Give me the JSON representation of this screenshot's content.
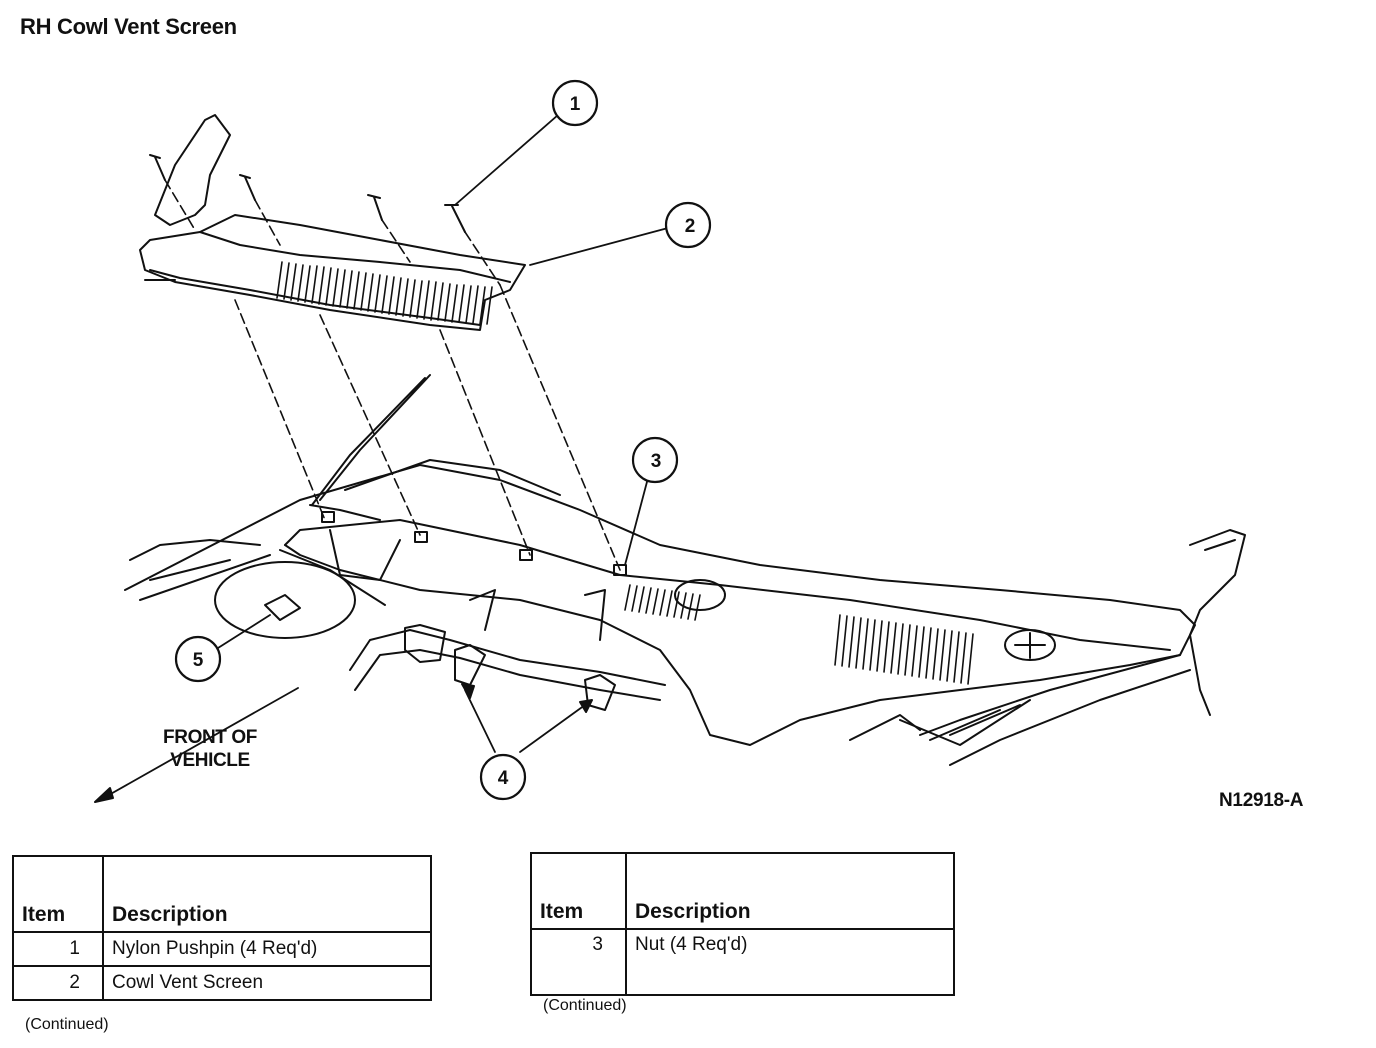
{
  "title": "RH Cowl Vent Screen",
  "figure_code": "N12918-A",
  "front_label_line1": "FRONT OF",
  "front_label_line2": "VEHICLE",
  "callouts": [
    "1",
    "2",
    "3",
    "4",
    "5"
  ],
  "table_left": {
    "header_item": "Item",
    "header_description": "Description",
    "rows": [
      {
        "item": "1",
        "description": "Nylon Pushpin  (4 Req'd)"
      },
      {
        "item": "2",
        "description": "Cowl Vent Screen"
      }
    ],
    "footer": "(Continued)"
  },
  "table_right": {
    "header_item": "Item",
    "header_description": "Description",
    "rows": [
      {
        "item": "3",
        "description": "Nut  (4 Req'd)"
      }
    ],
    "footer": "(Continued)"
  }
}
